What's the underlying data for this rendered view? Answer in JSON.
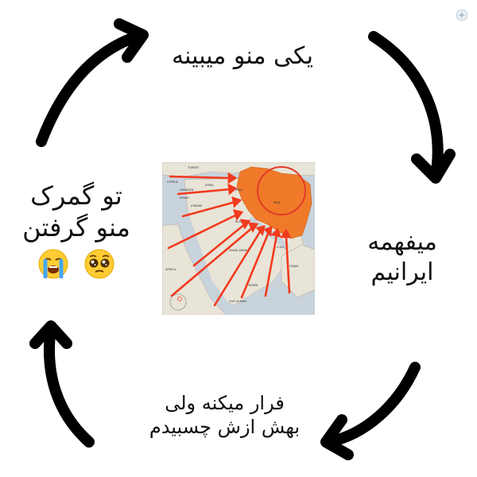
{
  "captions": {
    "top": "یکی منو میبینه",
    "right_line1": "میفهمه",
    "right_line2": "ایرانیم",
    "bottom_line1": "فرار میکنه ولی",
    "bottom_line2": "بهش ازش چسبیدم",
    "left_line1": "تو گمرک",
    "left_line2": "منو گرفتن"
  },
  "emojis": [
    "loudly-crying-face",
    "pleading-face"
  ],
  "map": {
    "labels": {
      "turkey": "TURKEY",
      "cyprus": "CYPRUS",
      "lebanon": "LEBANON",
      "israel": "ISRAEL",
      "syria": "SYRIA",
      "jordan": "JORDAN",
      "iraq": "IRAQ",
      "iran": "IRAN",
      "kuwait": "KUWAIT",
      "saudi": "SAUDI ARABIA",
      "africa": "AFRICA",
      "yemen": "YEMEN",
      "oman": "OMAN",
      "uae": "U.A.E.",
      "gulf": "Gulf of Aden"
    },
    "colors": {
      "sea": "#c9d3dc",
      "land": "#e9e4d8",
      "iran": "#f07a2a",
      "arrows": "#f23a1d",
      "circle": "#e23a2a"
    }
  }
}
